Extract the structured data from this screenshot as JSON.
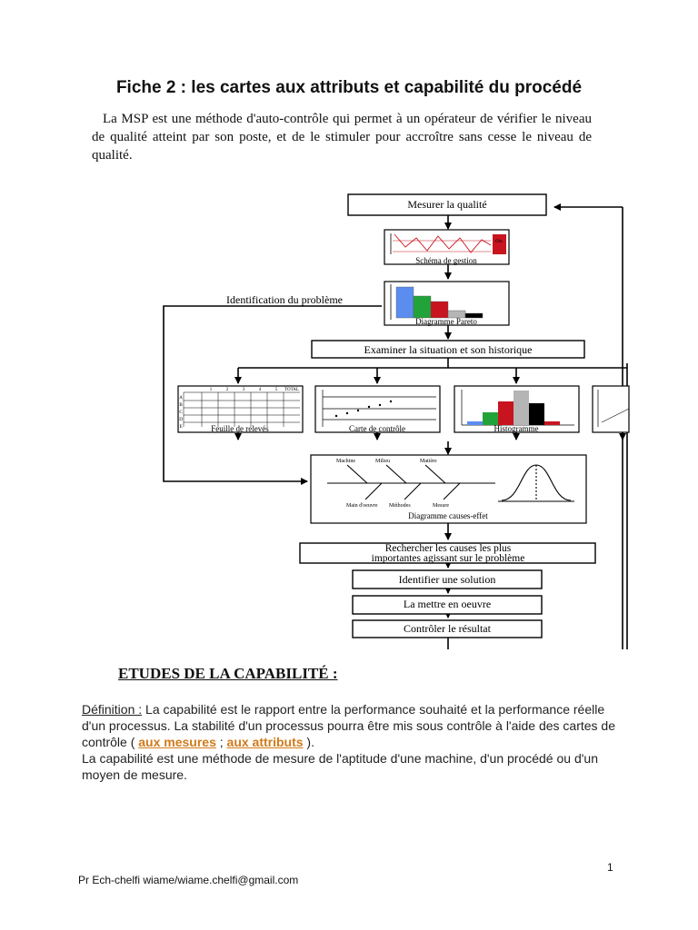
{
  "page": {
    "title": "Fiche 2 : les cartes aux attributs et capabilité du procédé",
    "intro": "La MSP est une méthode d'auto-contrôle qui permet à un opérateur de vérifier le niveau de qualité atteint par son poste, et de le stimuler pour accroître sans cesse le niveau de qualité."
  },
  "diagram": {
    "mesurer": "Mesurer la qualité",
    "schema": "Schéma de gestion",
    "obs": "Obs",
    "identification": "Identification du problème",
    "pareto": "Diagramme Pareto",
    "examiner": "Examiner la situation et son historique",
    "feuille": "Feuille de relevés",
    "carte": "Carte de contrôle",
    "histogramme": "Histogramme",
    "feuille_header": [
      "1",
      "2",
      "3",
      "4",
      "5",
      "TOTAL"
    ],
    "feuille_rows": [
      "A",
      "B",
      "C",
      "D",
      "E"
    ],
    "causes_top": [
      "Machine",
      "Milieu",
      "Matière"
    ],
    "causes_bottom": [
      "Main d'oeuvre",
      "Méthodes",
      "Mesure"
    ],
    "causes_title": "Diagramme causes-effet",
    "rechercher_1": "Rechercher les causes les plus",
    "rechercher_2": "importantes agissant sur le problème",
    "solution": "Identifier une solution",
    "mettre": "La mettre en oeuvre",
    "controler": "Contrôler le résultat",
    "pareto_colors": [
      "#5b8def",
      "#22a33a",
      "#c8141e",
      "#b5b5b5",
      "#000000"
    ],
    "histo_colors": [
      "#5b8def",
      "#22a33a",
      "#c8141e",
      "#b5b5b5",
      "#000000",
      "#c8141e"
    ]
  },
  "section": {
    "heading": "ETUDES DE LA CAPABILITÉ :",
    "def_label": "Définition :",
    "def_text": " La capabilité est le rapport entre la performance souhaité et la performance réelle d'un processus. La stabilité d'un processus pourra être mis sous contrôle à l'aide des cartes de contrôle ( ",
    "link1": "aux mesures",
    "sep": " ; ",
    "link2": "aux attributs",
    "def_end": " ).",
    "para2": "La capabilité est une méthode de mesure de l'aptitude d'une machine, d'un procédé ou d'un moyen de mesure."
  },
  "footer": {
    "page_number": "1",
    "author": "Pr Ech-chelfi wiame/wiame.chelfi@gmail.com"
  }
}
